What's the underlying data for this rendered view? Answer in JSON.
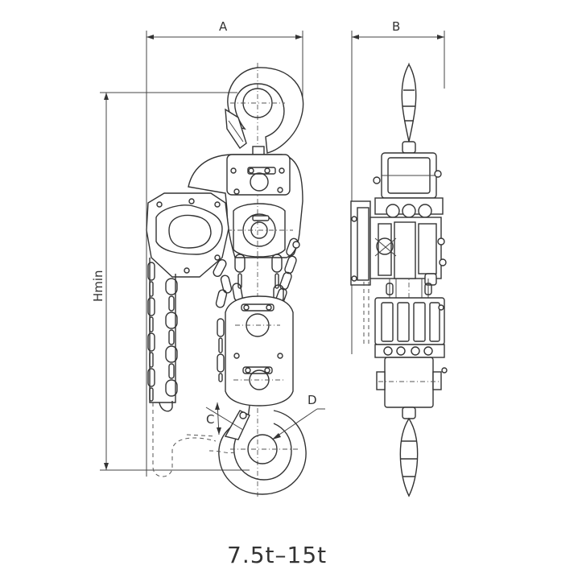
{
  "labels": {
    "dim_a": "A",
    "dim_b": "B",
    "dim_c": "C",
    "dim_d": "D",
    "dim_hmin": "Hmin",
    "caption": "7.5t–15t"
  },
  "colors": {
    "line": "#333333",
    "background": "#ffffff"
  }
}
